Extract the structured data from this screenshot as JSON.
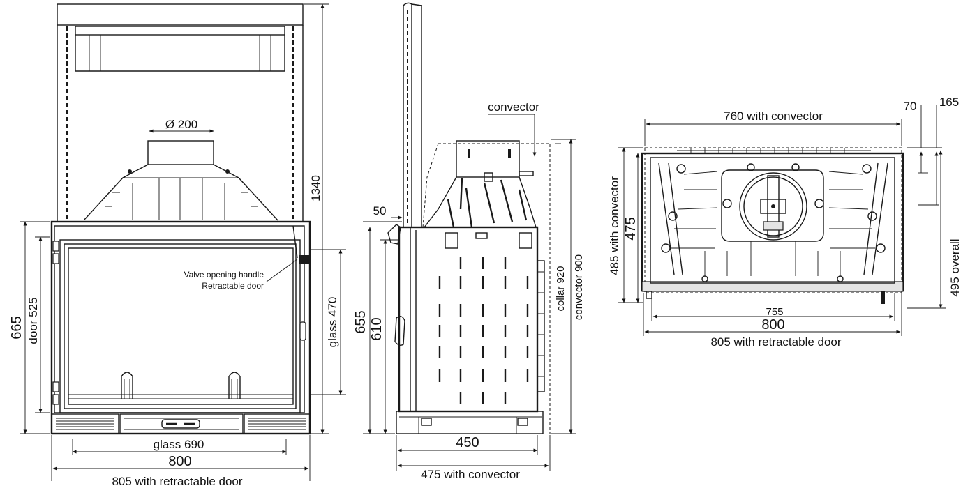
{
  "front_view": {
    "dim_collar_diameter": "Ø 200",
    "dim_total_height": "1340",
    "dim_front_height": "665",
    "dim_door_height": "door  525",
    "dim_glass_height": "glass  470",
    "callout_valve_handle": "Valve opening handle",
    "callout_retractable_door": "Retractable door",
    "dim_glass_width": "glass 690",
    "dim_width": "800",
    "dim_width_retractable_door": "805 with retractable door"
  },
  "side_view": {
    "label_convector": "convector",
    "dim_door_projection": "50",
    "dim_height_655": "655",
    "dim_height_610": "610",
    "dim_collar_height": "collar 920",
    "dim_convector_height": "convector 900",
    "dim_depth": "450",
    "dim_depth_with_convector": "475 with convector"
  },
  "top_view": {
    "dim_width_with_convector": "760 with convector",
    "dim_70": "70",
    "dim_165": "165",
    "dim_depth_with_convector": "485 with convector",
    "dim_depth_475": "475",
    "dim_depth_overall": "495 overall",
    "dim_inner_width": "755",
    "dim_width": "800",
    "dim_width_retractable_door": "805 with retractable door"
  }
}
